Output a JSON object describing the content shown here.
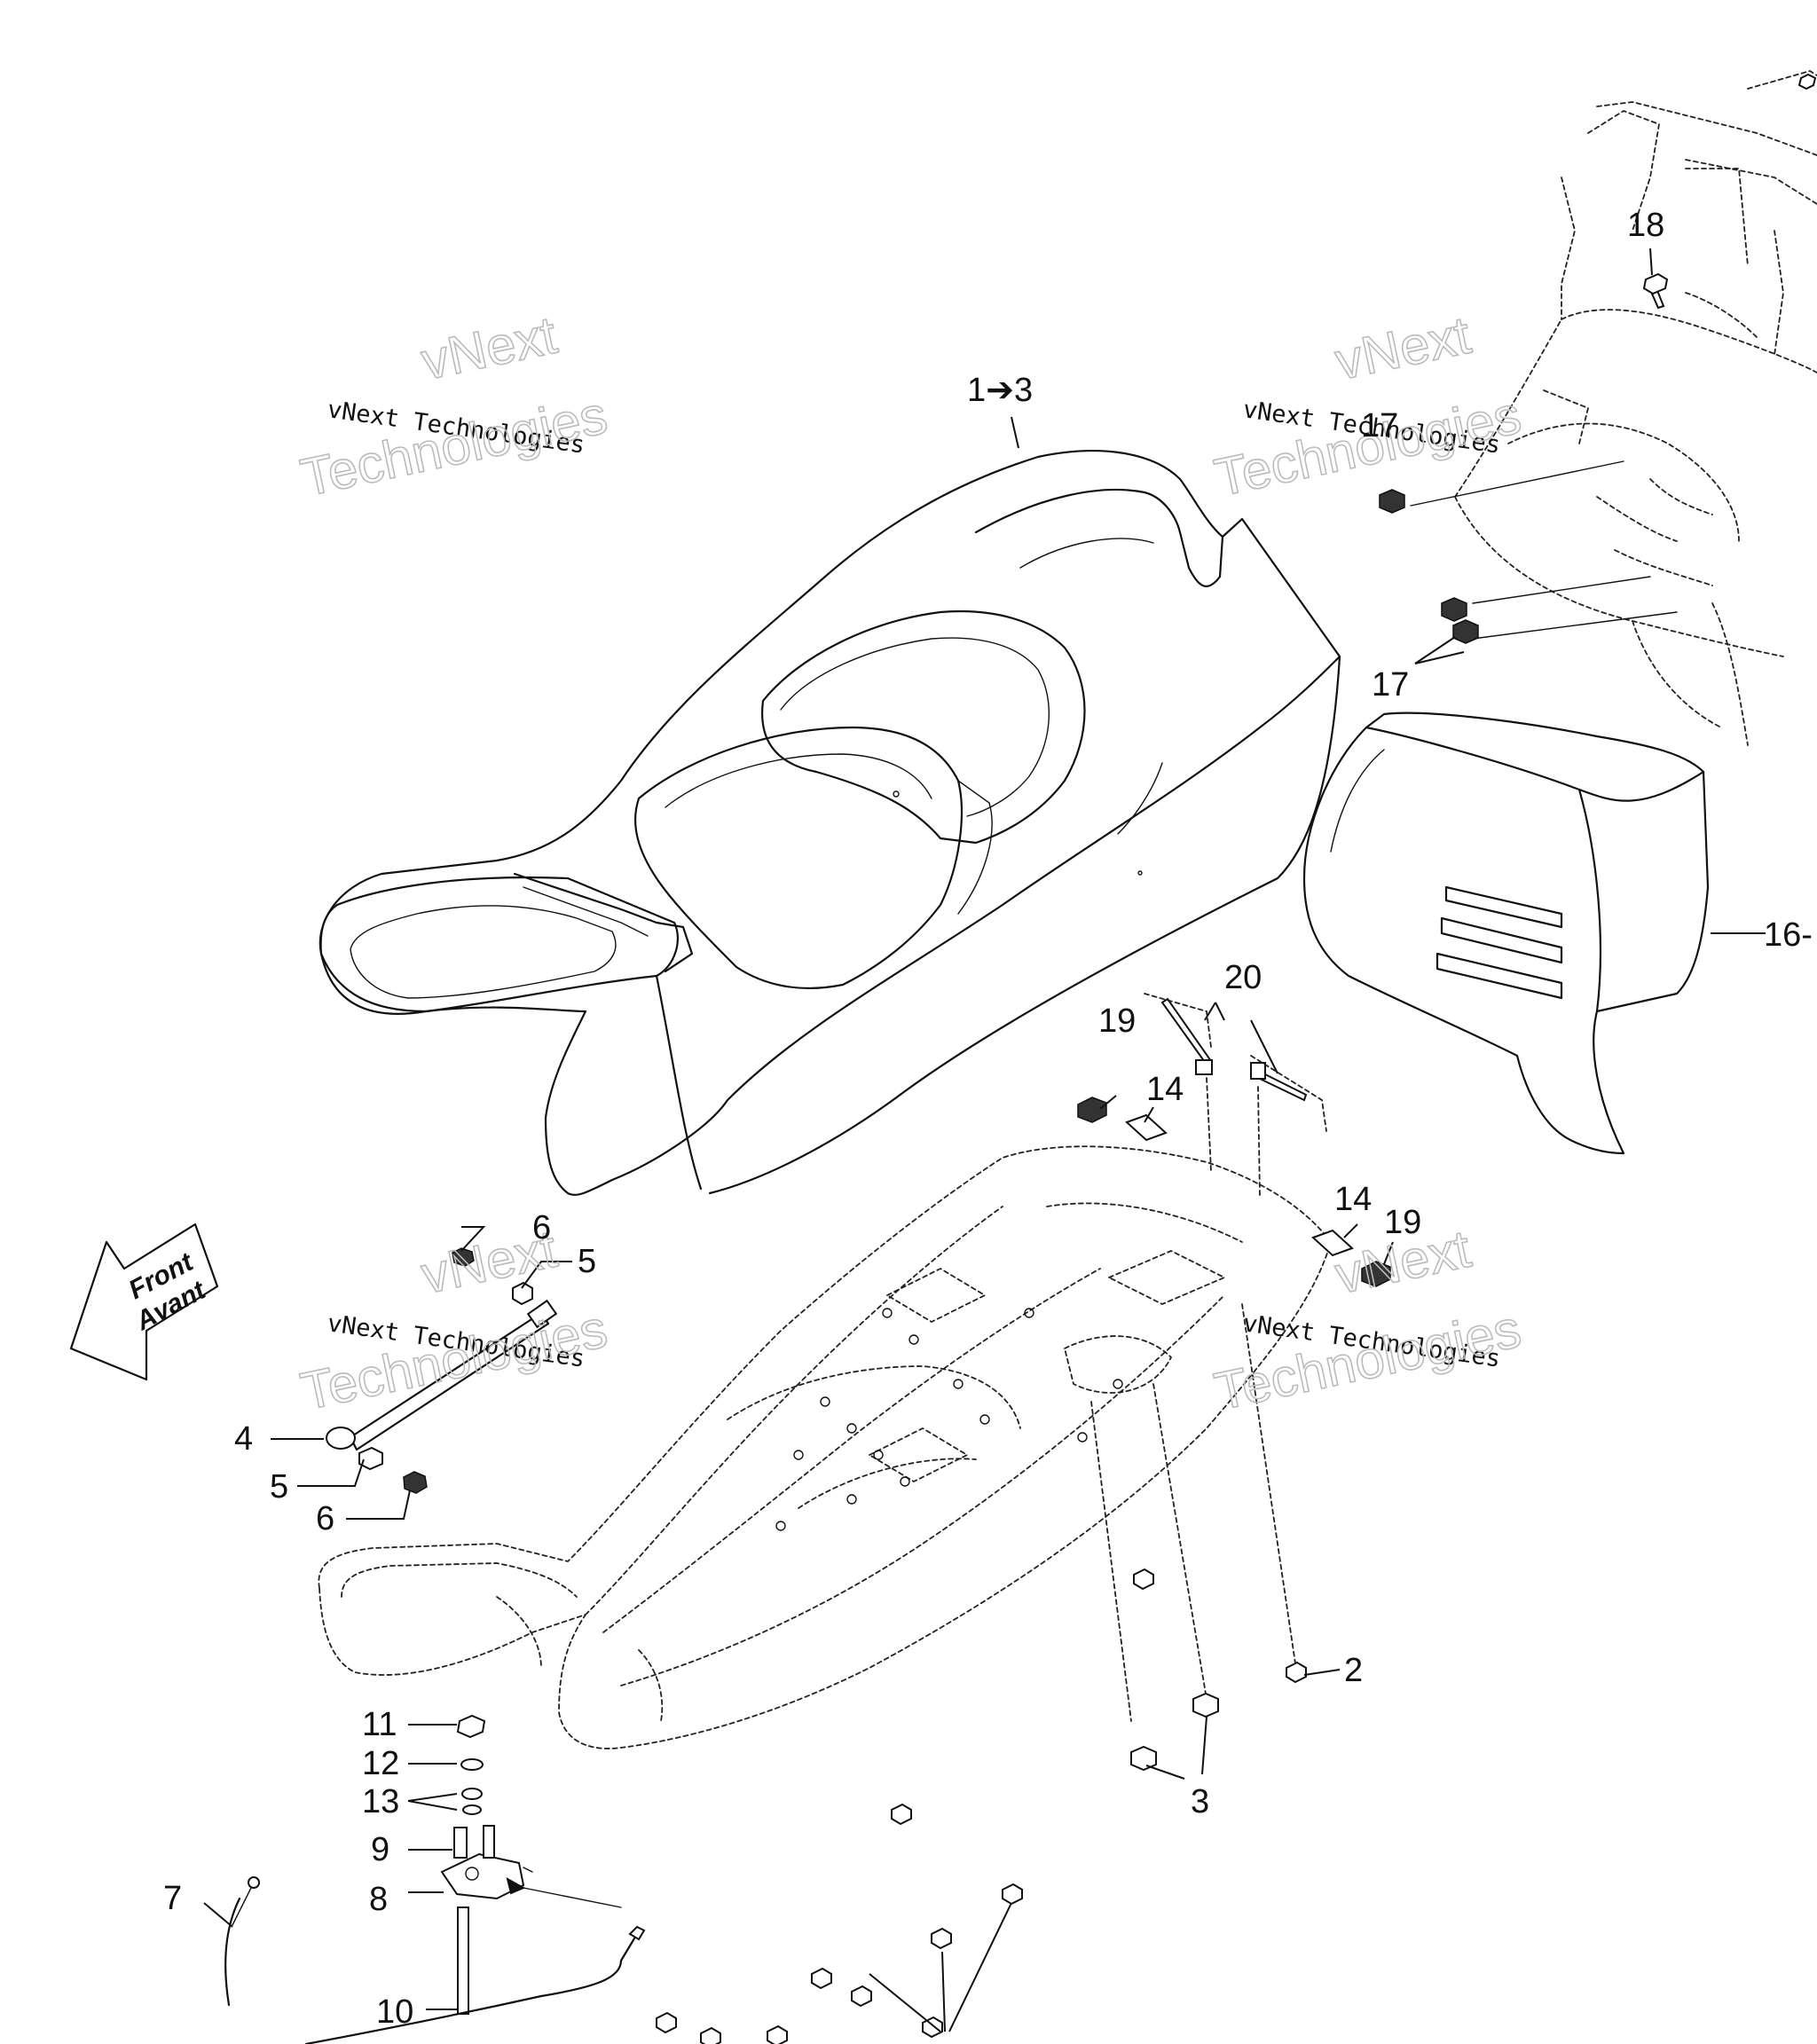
{
  "callouts": {
    "c1to3": "1➔3",
    "c2": "2",
    "c3": "3",
    "c4": "4",
    "c5a": "5",
    "c5b": "5",
    "c6a": "6",
    "c6b": "6",
    "c7": "7",
    "c8": "8",
    "c9": "9",
    "c10": "10",
    "c11": "11",
    "c12": "12",
    "c13": "13",
    "c14a": "14",
    "c14b": "14",
    "c16": "16-",
    "c17a": "17",
    "c17b": "17",
    "c18": "18",
    "c19a": "19",
    "c19b": "19",
    "c20": "20"
  },
  "front_arrow": {
    "line1": "Front",
    "line2": "Avant"
  },
  "watermark": {
    "line1": "vNext Technologies",
    "line2": "vNext",
    "line3": "Technologies"
  }
}
